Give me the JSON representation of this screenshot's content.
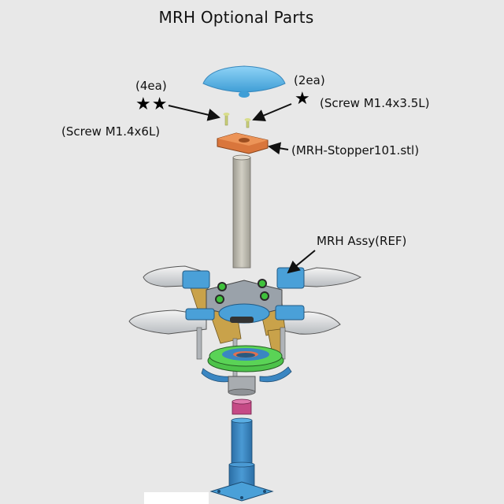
{
  "title": "MRH Optional Parts",
  "labels": {
    "qty_left": "(4ea)",
    "stars_left": "★★",
    "screw_left": "(Screw M1.4x6L)",
    "qty_right": "(2ea)",
    "stars_right": "★",
    "screw_right": "(Screw M1.4x3.5L)",
    "stopper": "(MRH-Stopper101.stl)",
    "assy": "MRH Assy(REF)"
  },
  "colors": {
    "background": "#e8e8e8",
    "canopy": "#5bb8ec",
    "stopper": "#d9763c",
    "screw": "#c9cf7a",
    "shaft": "#bdbaae",
    "hub_blue": "#4aa0d8",
    "swashplate_green": "#4dc34a",
    "link_gold": "#c9a24a",
    "collar_magenta": "#c54a86",
    "mast_blue": "#3c86c0"
  }
}
